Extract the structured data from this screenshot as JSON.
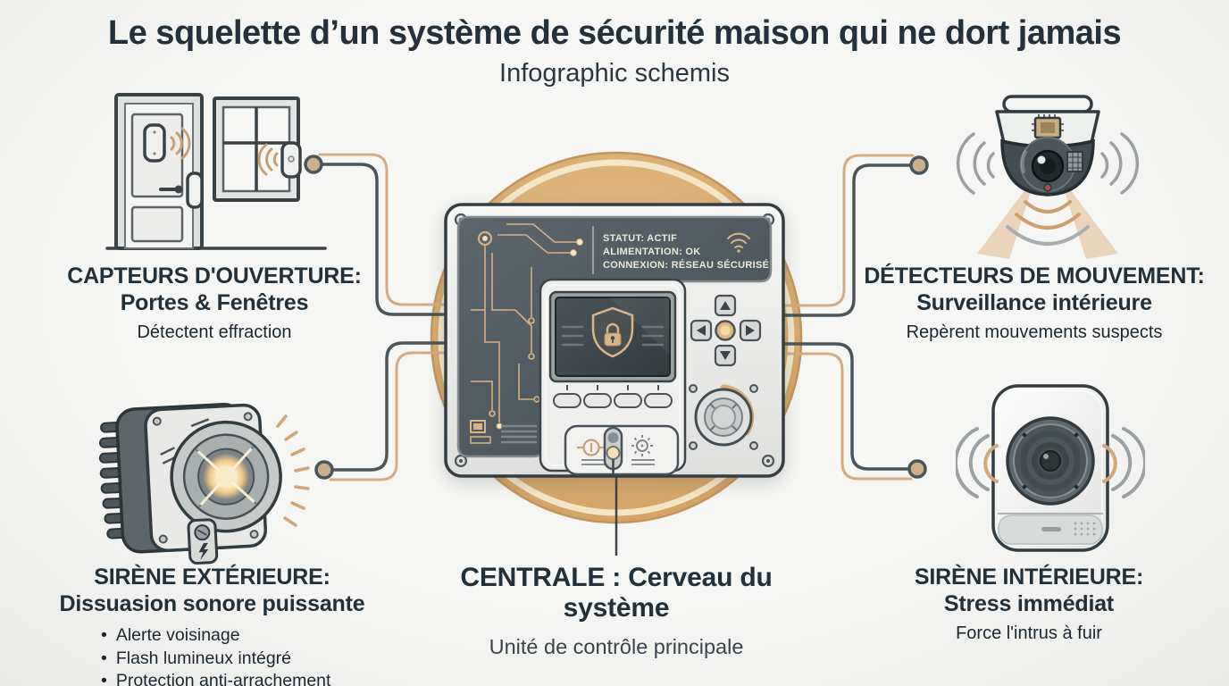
{
  "header": {
    "title": "Le squelette d’un système de sécurité maison qui ne dort jamais",
    "subtitle": "Infographic schemis"
  },
  "nodes": {
    "openings": {
      "title": "CAPTEURS D'OUVERTURE:",
      "subtitle": "Portes & Fenêtres",
      "description": "Détectent effraction"
    },
    "motion": {
      "title": "DÉTECTEURS DE MOUVEMENT:",
      "subtitle": "Surveillance intérieure",
      "description": "Repèrent mouvements suspects"
    },
    "exterior_siren": {
      "title": "SIRÈNE EXTÉRIEURE:",
      "subtitle": "Dissuasion sonore puissante",
      "bullets": [
        "Alerte voisinage",
        "Flash lumineux intégré",
        "Protection anti-arrachement"
      ]
    },
    "interior_siren": {
      "title": "SIRÈNE INTÉRIEURE:",
      "subtitle": "Stress immédiat",
      "description": "Force l'intrus à fuir"
    },
    "central": {
      "title": "CENTRALE : Cerveau du système",
      "subtitle": "Unité de contrôle principale"
    }
  },
  "panel": {
    "screen": {
      "status": "STATUT: ACTIF",
      "power": "ALIMENTATION: OK",
      "connection": "CONNEXION: RÉSEAU SÉCURISÉ"
    }
  },
  "colors": {
    "accent_circle": "#d9ad74",
    "line_dark": "#4a555b",
    "line_tan": "#d5ac80",
    "text_dark": "#232f36",
    "panel_dark": "#515b61",
    "gold_trace": "#d9b48a",
    "background": "#f2f2f0"
  }
}
